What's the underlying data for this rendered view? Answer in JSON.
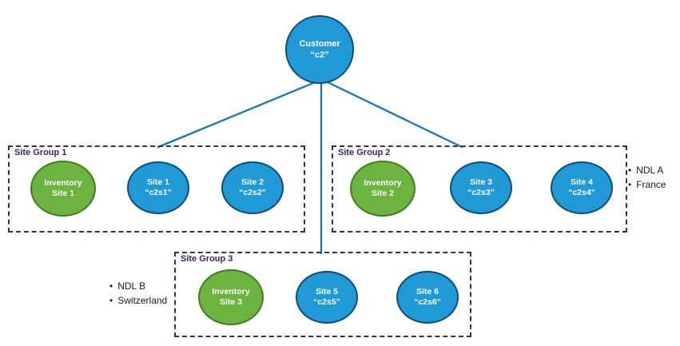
{
  "customer": {
    "line1": "Customer",
    "line2": "“c2”"
  },
  "groups": [
    {
      "label": "Site Group 1",
      "nodes": [
        {
          "kind": "inventory",
          "line1": "Inventory",
          "line2": "Site 1"
        },
        {
          "kind": "site",
          "line1": "Site 1",
          "line2": "“c2s1”"
        },
        {
          "kind": "site",
          "line1": "Site 2",
          "line2": "“c2s2”"
        }
      ]
    },
    {
      "label": "Site Group 2",
      "nodes": [
        {
          "kind": "inventory",
          "line1": "Inventory",
          "line2": "Site 2"
        },
        {
          "kind": "site",
          "line1": "Site 3",
          "line2": "“c2s3”"
        },
        {
          "kind": "site",
          "line1": "Site 4",
          "line2": "“c2s4”"
        }
      ]
    },
    {
      "label": "Site Group 3",
      "nodes": [
        {
          "kind": "inventory",
          "line1": "Inventory",
          "line2": "Site 3"
        },
        {
          "kind": "site",
          "line1": "Site 5",
          "line2": "“c2s5”"
        },
        {
          "kind": "site",
          "line1": "Site 6",
          "line2": "“c2s6”"
        }
      ]
    }
  ],
  "annotations": {
    "group2": [
      "NDL A",
      "France"
    ],
    "group3": [
      "NDL B",
      "Switzerland"
    ]
  },
  "colors": {
    "site_node_fill": "#1f9ad6",
    "site_node_border": "#0f4d78",
    "inventory_node_fill": "#6cb43f",
    "inventory_node_border": "#3f7d1f",
    "connector_line": "#1577b5",
    "group_border": "#3a2b5e",
    "group_label": "#3a2368",
    "annotation_text": "#1a1a1a"
  }
}
